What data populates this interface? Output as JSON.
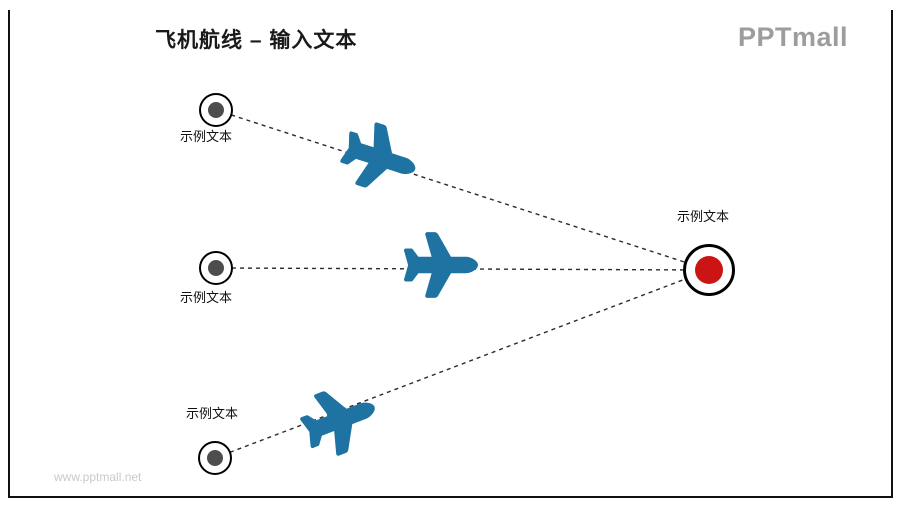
{
  "slide": {
    "title": "飞机航线 – 输入文本",
    "logo": "PPTmall",
    "watermark": "www.pptmall.net"
  },
  "nodes": {
    "origins": [
      {
        "label": "示例文本"
      },
      {
        "label": "示例文本"
      },
      {
        "label": "示例文本"
      }
    ],
    "destination": {
      "label": "示例文本"
    }
  },
  "colors": {
    "plane": "#1e73a2",
    "origin_dot": "#4d4d4d",
    "destination_dot": "#cc1414",
    "ring": "#000000",
    "line": "#2b2b2b",
    "title": "#1a1a1a",
    "logo": "#9d9d9d",
    "watermark": "#c9c9c9"
  }
}
